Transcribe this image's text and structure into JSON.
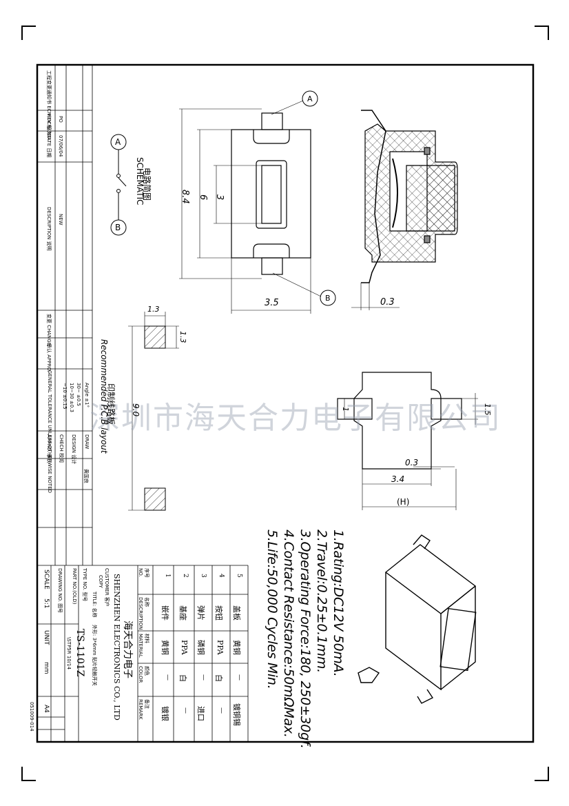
{
  "schematic": {
    "title_cn": "电路简图",
    "title_en": "SCHEMATIC",
    "terminal_a": "A",
    "terminal_b": "B"
  },
  "top_view": {
    "dim_overall": "8.4",
    "dim_inner": "6",
    "dim_button": "3",
    "dim_width": "3.5",
    "callout_a": "A",
    "callout_b": "B"
  },
  "side_view": {
    "dim_thickness": "0.3"
  },
  "pcb_layout": {
    "title_cn": "印制线路板",
    "title_en": "Recommended P.C.B layout",
    "pad_w": "1.3",
    "pad_h": "1.3",
    "span": "9.0"
  },
  "front_view": {
    "dim_lead": "1",
    "dim_lead_w": "1.5",
    "dim_gap": "0.3",
    "dim_height": "3.4",
    "dim_h": "(H)"
  },
  "notes": [
    "1.Rating:DC12V 50mA.",
    "2.Travel:0.25±0.1mm.",
    "3.Operating Force:180, 250±30gf.",
    "4.Contact Resistance:50mΩMax.",
    "5.Life:50,000 Cycles Min."
  ],
  "watermark": "深圳市海天合力电子有限公司",
  "bom": {
    "headers": {
      "no": "序号\nNO.",
      "desc": "名称\nDESCRIPTION",
      "material": "材料\nMATERIAL",
      "color": "颜色\nCOLOR",
      "remark": "备注\nREMARK"
    },
    "rows": [
      {
        "no": "5",
        "desc": "盖板",
        "material": "黄铜",
        "color": "—",
        "remark": "镀铜锡"
      },
      {
        "no": "4",
        "desc": "按钮",
        "material": "PPA",
        "color": "白",
        "remark": "—"
      },
      {
        "no": "3",
        "desc": "弹片",
        "material": "磷铜",
        "color": "—",
        "remark": "进口"
      },
      {
        "no": "2",
        "desc": "基座",
        "material": "PPA",
        "color": "白",
        "remark": "—"
      },
      {
        "no": "1",
        "desc": "嵌件",
        "material": "黄铜",
        "color": "—",
        "remark": "镀银"
      }
    ]
  },
  "title_block": {
    "company_cn": "海天合力电子",
    "company_en": "SHENZHEN ELECTRONICS CO., LTD",
    "customer_label": "CUSTOMER 客户",
    "copy_label": "COPY",
    "title_label": "TITLE: 名称",
    "title_value": "外形: 3*6mm 贴片轻触开关",
    "type_label": "TYPE NO. 型号",
    "part_label": "PART NO.(OLD)",
    "part_value": "TS-1101Z",
    "part_sub": "\\STP5R 10/14",
    "drawing_label": "DRAWING NO. 图号",
    "scale_label": "SCALE",
    "scale_value": "5:1",
    "unit_label": "UNIT",
    "unit_value": "mm",
    "size_value": "A4",
    "doc_no": "051009-014"
  },
  "left_block": {
    "ecn": "工程变更通知书 ECN(DCN) NO.",
    "rev_label": "REV 版次",
    "rev_value": "PO",
    "date_label": "DATE 日期",
    "date_value": "07/06/04",
    "desc_label": "DESCRIPTION 说明",
    "desc_value": "NEW",
    "change_label": "变更 CHANGE",
    "approve_label": "承认 APPRO.",
    "tol_label": "GENERAL TOLERANCE UNLESS OTHERWISE NOTED",
    "tol_angle": "Angle ±1°",
    "tol_1": "30~  ±0.5",
    "tol_2": "10~30  ±0.3",
    "tol_3": "~10  ±0.15",
    "draw_label": "DRAW",
    "draw_name": "黄国良",
    "design_label": "DESIGN 设计",
    "check_label": "CHECH 校阅",
    "appro_label": "APPRO. 承认"
  }
}
